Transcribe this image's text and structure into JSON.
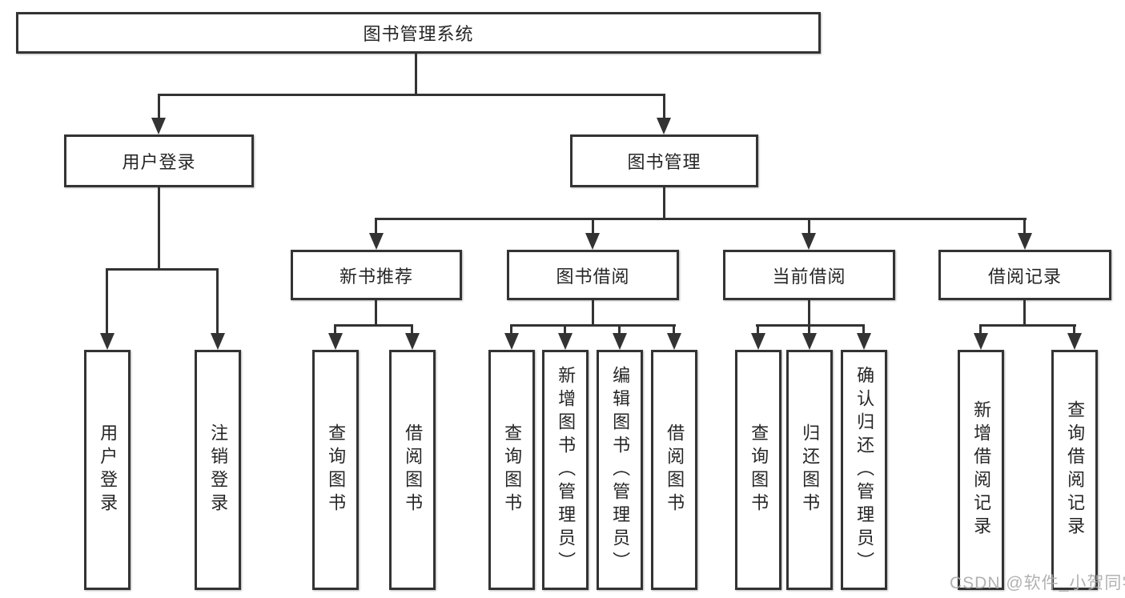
{
  "tree": {
    "root": {
      "label": "图书管理系统"
    },
    "level2": [
      {
        "label": "用户登录"
      },
      {
        "label": "图书管理"
      }
    ],
    "level3": [
      {
        "label": "新书推荐"
      },
      {
        "label": "图书借阅"
      },
      {
        "label": "当前借阅"
      },
      {
        "label": "借阅记录"
      }
    ],
    "leaves": {
      "login": [
        {
          "label": "用户登录"
        },
        {
          "label": "注销登录"
        }
      ],
      "recommend": [
        {
          "label": "查询图书"
        },
        {
          "label": "借阅图书"
        }
      ],
      "borrow": [
        {
          "label": "查询图书"
        },
        {
          "label": "新增图书（管理员）"
        },
        {
          "label": "编辑图书（管理员）"
        },
        {
          "label": "借阅图书"
        }
      ],
      "current": [
        {
          "label": "查询图书"
        },
        {
          "label": "归还图书"
        },
        {
          "label": "确认归还（管理员）"
        }
      ],
      "records": [
        {
          "label": "新增借阅记录"
        },
        {
          "label": "查询借阅记录"
        }
      ]
    }
  },
  "watermark": {
    "text": "CSDN @软件_小贺同学"
  },
  "colors": {
    "line": "#333333",
    "box_border": "#333333",
    "background": "#ffffff",
    "text": "#262626",
    "watermark": "#acaaaa"
  }
}
